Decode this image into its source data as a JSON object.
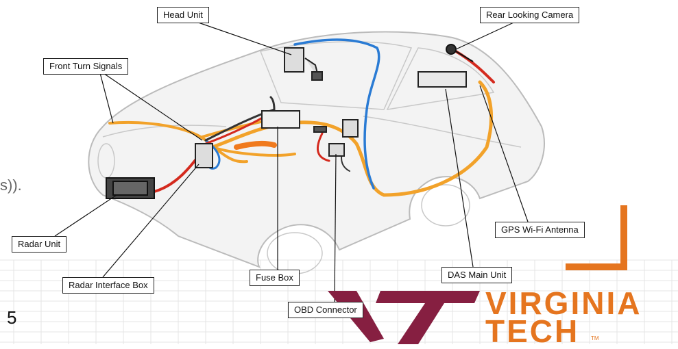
{
  "labels": {
    "head_unit": "Head Unit",
    "rear_camera": "Rear Looking Camera",
    "front_turn_signals": "Front Turn Signals",
    "radar_unit": "Radar Unit",
    "radar_interface_box": "Radar Interface Box",
    "fuse_box": "Fuse Box",
    "das_main_unit": "DAS Main Unit",
    "gps_antenna": "GPS Wi-Fi Antenna",
    "obd_connector": "OBD Connector"
  },
  "side_text": "s)).",
  "page_number": "5",
  "logo": {
    "line1": "VIRGINIA",
    "line2": "TECH",
    "tm": "TM"
  },
  "colors": {
    "orange": "#e5751f",
    "maroon": "#861f41",
    "wire_blue": "#2a7bd4",
    "wire_yellow": "#f2a22a",
    "wire_red": "#d42a1e"
  }
}
